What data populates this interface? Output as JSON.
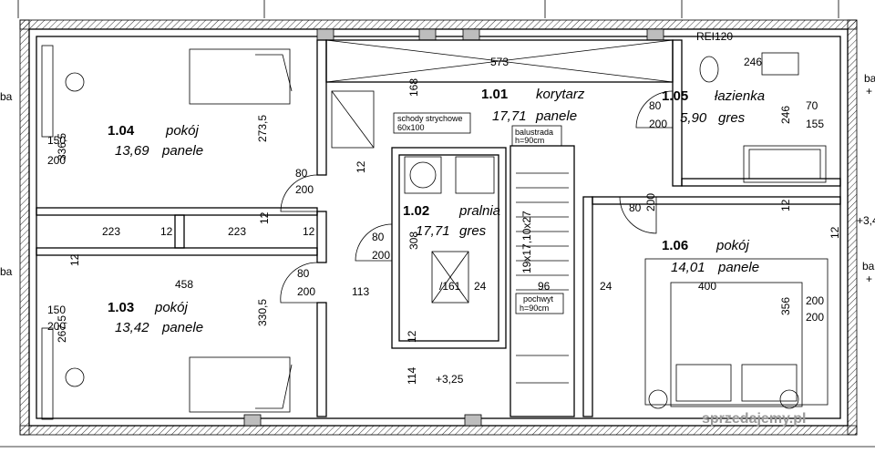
{
  "rooms": [
    {
      "id": "1.04",
      "name": "pokój",
      "area": "13,69",
      "floor": "panele"
    },
    {
      "id": "1.03",
      "name": "pokój",
      "area": "13,42",
      "floor": "panele"
    },
    {
      "id": "1.01",
      "name": "korytarz",
      "area": "17,71",
      "floor": "panele"
    },
    {
      "id": "1.02",
      "name": "pralnia",
      "area": "17,71",
      "floor": "gres"
    },
    {
      "id": "1.05",
      "name": "łazienka",
      "area": "5,90",
      "floor": "gres"
    },
    {
      "id": "1.06",
      "name": "pokój",
      "area": "14,01",
      "floor": "panele"
    }
  ],
  "notes": {
    "rei": "REI120",
    "attic_stairs_1": "schody strychowe",
    "attic_stairs_2": "60x100",
    "balustrade_1": "balustrada",
    "balustrade_2": "h=90cm",
    "handrail_1": "pochwyt",
    "handrail_2": "h=90cm",
    "level_1": "+3,25",
    "level_2": "+3,4",
    "stairs_text": "19x17,10x27",
    "sink_count": "/161",
    "side_label_1": "ba",
    "side_label_2": "+",
    "watermark": "sprzedajemy.pl"
  },
  "dims": {
    "d573": "573",
    "d246a": "246",
    "d168": "168",
    "d80a": "80",
    "d200a": "200",
    "d70": "70",
    "d155": "155",
    "d246b": "246",
    "d273": "273,5",
    "d336": "336,5",
    "d150a": "150",
    "d200b": "200",
    "d80b": "80",
    "d200c": "200",
    "d223a": "223",
    "d12a": "12",
    "d223b": "223",
    "d12b": "12",
    "d12c": "12",
    "d12d": "12",
    "d80c": "80",
    "d200d": "200",
    "d308": "308",
    "d80d": "80",
    "d200e": "200",
    "d12e": "12",
    "d12f": "12",
    "d458": "458",
    "d80e": "80",
    "d200f": "200",
    "d113": "113",
    "d24a": "24",
    "d96": "96",
    "d24b": "24",
    "d400": "400",
    "d356": "356",
    "d200g": "200",
    "d200h": "200",
    "d150b": "150",
    "d200i": "200",
    "d267": "267,5",
    "d330": "330,5",
    "d114": "114",
    "d12g": "12",
    "d12h": "12"
  }
}
